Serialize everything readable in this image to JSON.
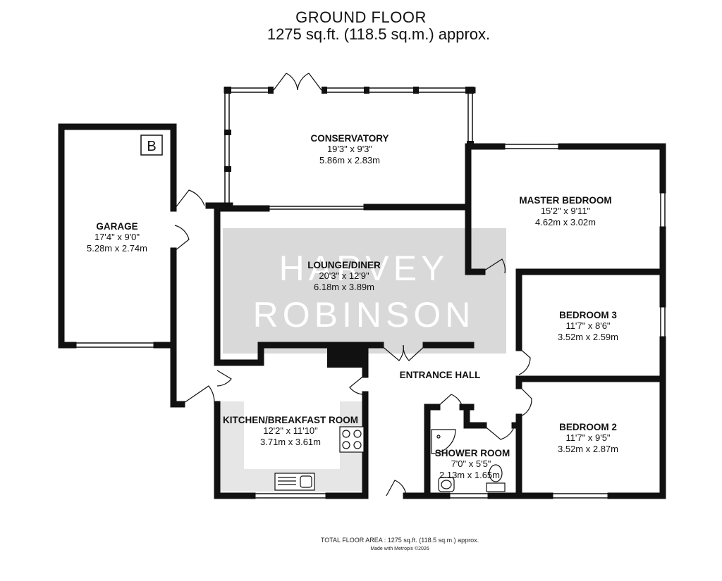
{
  "header": {
    "floor_title": "GROUND FLOOR",
    "floor_area": "1275 sq.ft. (118.5 sq.m.) approx."
  },
  "watermark": {
    "line1": "HARVEY",
    "line2": "ROBINSON"
  },
  "boiler_label": "B",
  "rooms": {
    "conservatory": {
      "name": "CONSERVATORY",
      "imperial": "19'3\"  x 9'3\"",
      "metric": "5.86m  x 2.83m"
    },
    "garage": {
      "name": "GARAGE",
      "imperial": "17'4\"  x 9'0\"",
      "metric": "5.28m  x 2.74m"
    },
    "lounge": {
      "name": "LOUNGE/DINER",
      "imperial": "20'3\"  x 12'9\"",
      "metric": "6.18m  x 3.89m"
    },
    "master": {
      "name": "MASTER BEDROOM",
      "imperial": "15'2\"  x 9'11\"",
      "metric": "4.62m  x 3.02m"
    },
    "bedroom3": {
      "name": "BEDROOM 3",
      "imperial": "11'7\"  x 8'6\"",
      "metric": "3.52m  x 2.59m"
    },
    "hall": {
      "name": "ENTRANCE HALL"
    },
    "kitchen": {
      "name": "KITCHEN/BREAKFAST ROOM",
      "imperial": "12'2\"  x 11'10\"",
      "metric": "3.71m  x 3.61m"
    },
    "shower": {
      "name": "SHOWER ROOM",
      "imperial": "7'0\"  x 5'5\"",
      "metric": "2.13m  x 1.65m"
    },
    "bedroom2": {
      "name": "BEDROOM 2",
      "imperial": "11'7\"  x 9'5\"",
      "metric": "3.52m  x 2.87m"
    }
  },
  "footer": {
    "total_area": "TOTAL FLOOR AREA : 1275 sq.ft. (118.5 sq.m.) approx.",
    "credit": "Made with Metropix ©2026"
  }
}
